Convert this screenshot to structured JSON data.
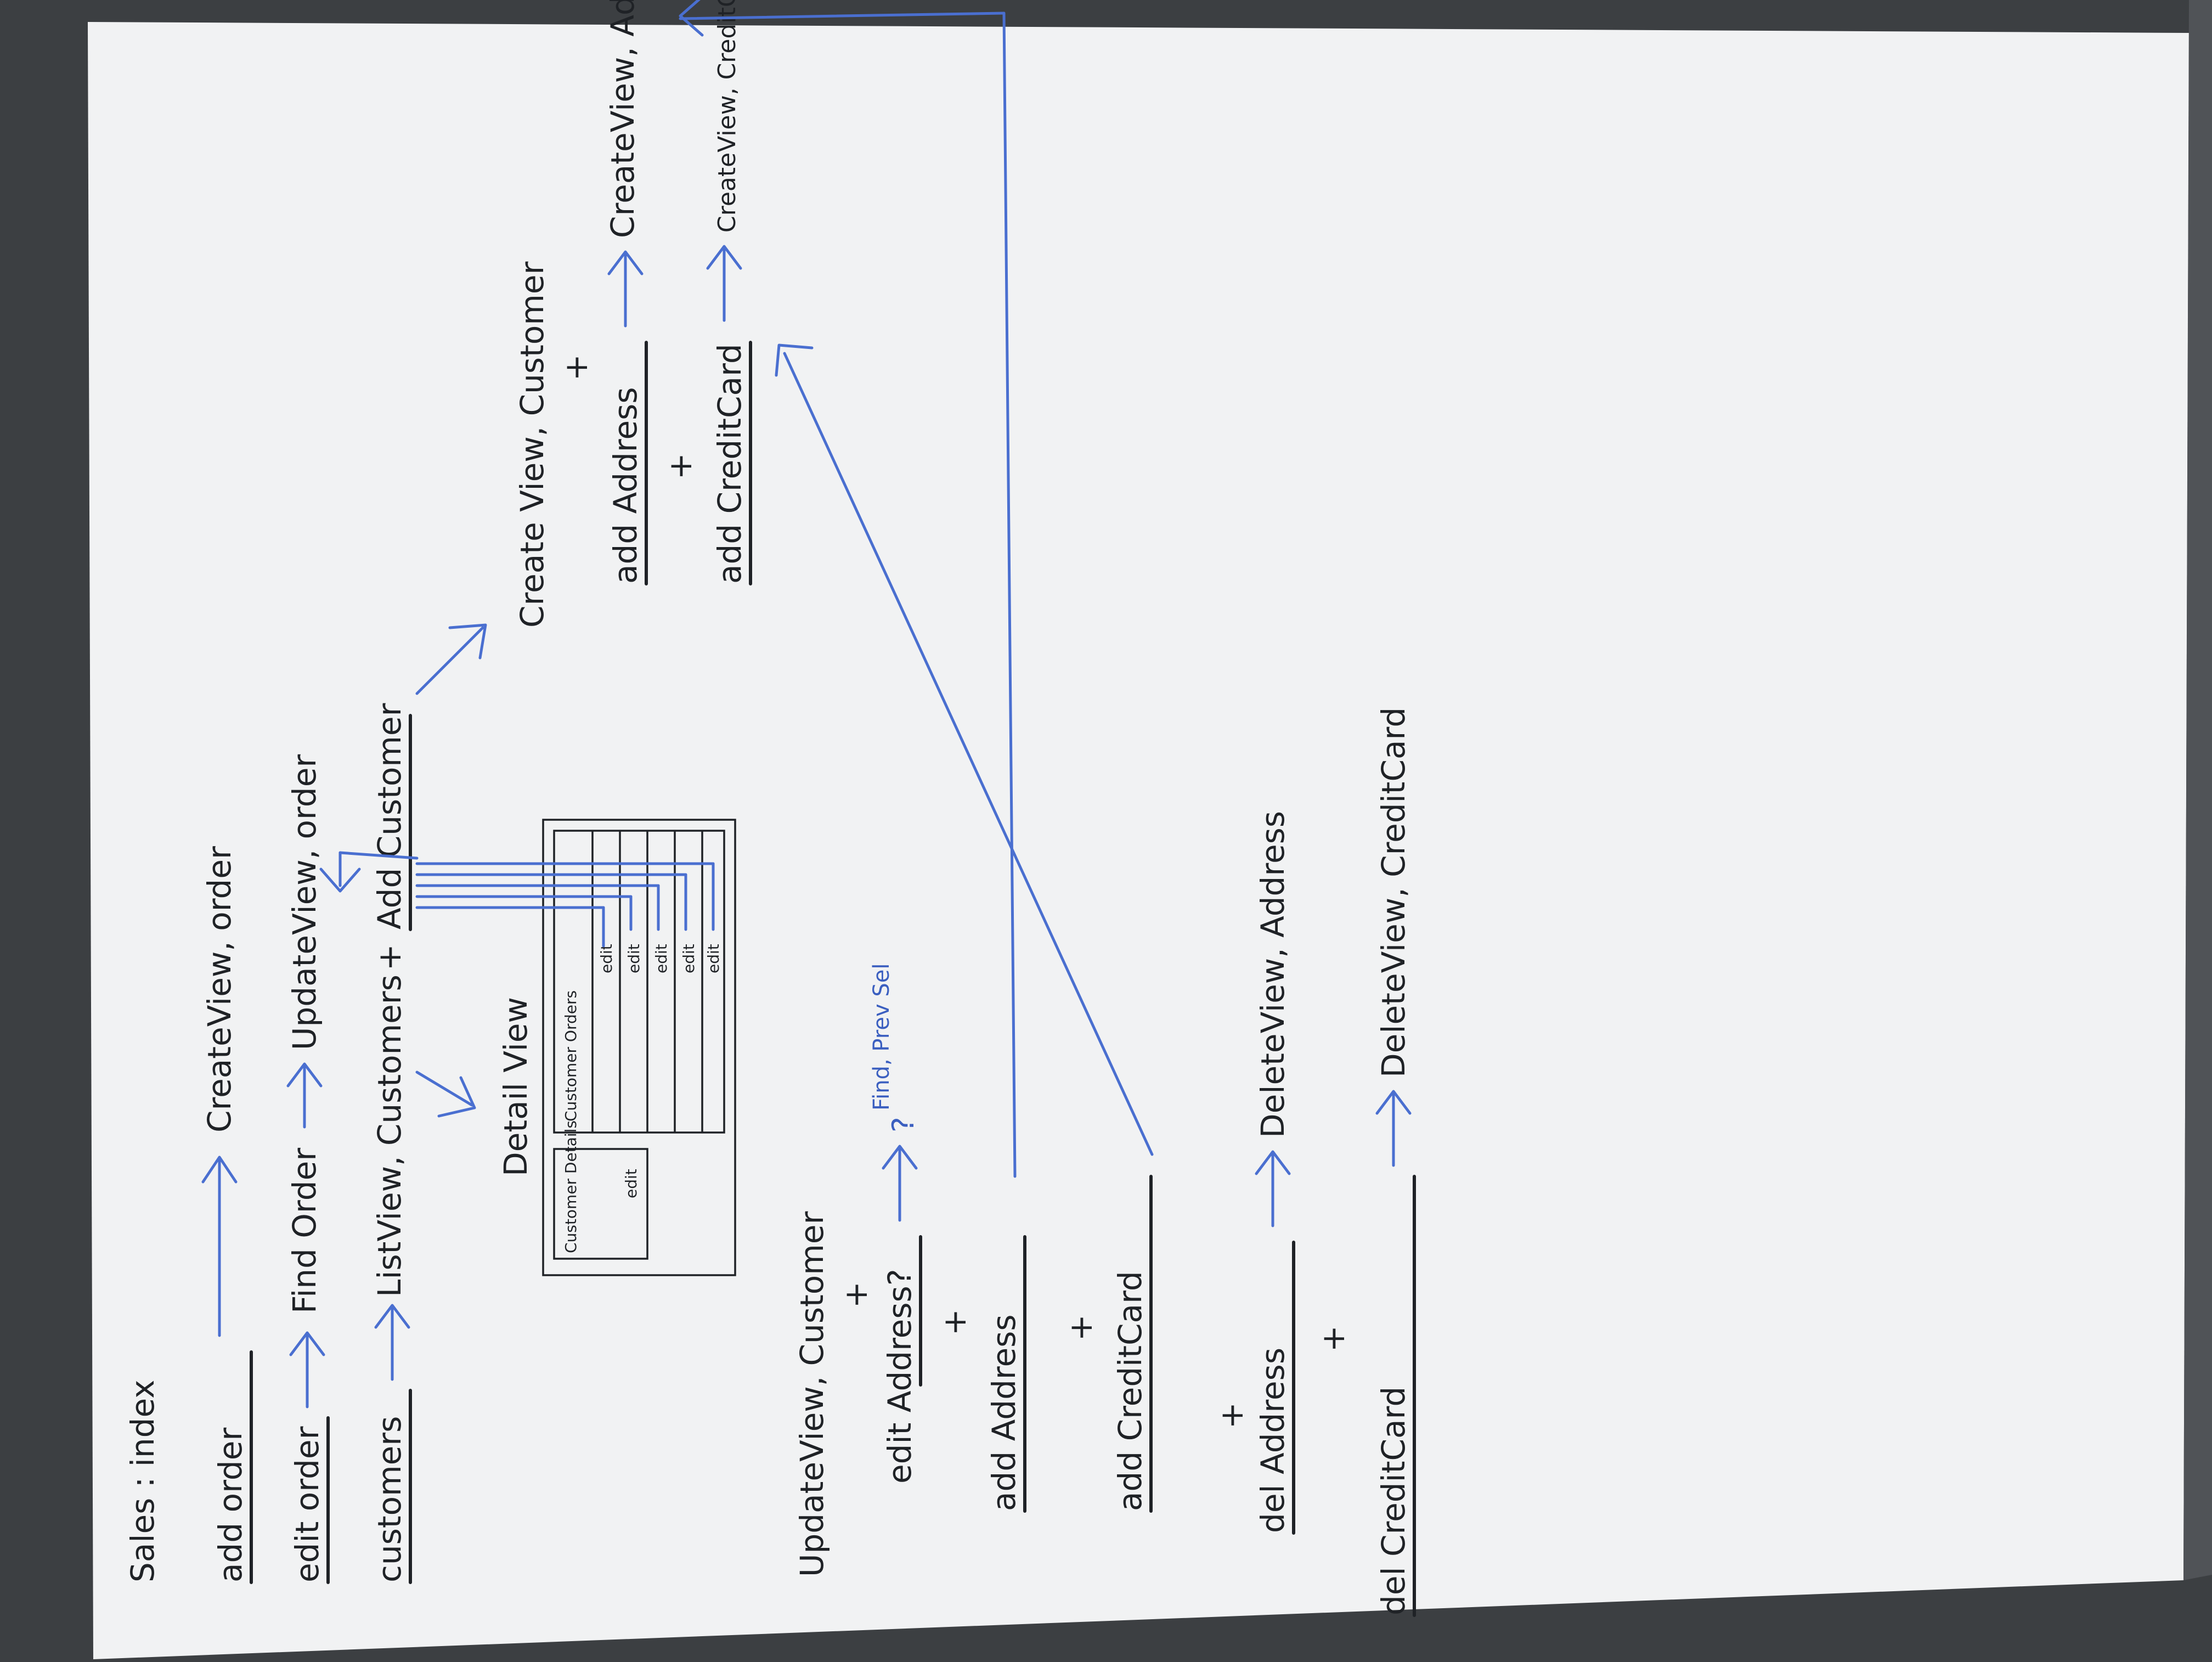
{
  "board": {
    "colors": {
      "frame": "#3c3f42",
      "surface": "#f1f2f3",
      "ink": "#1f2226",
      "marker_blue": "#4a6fd0"
    }
  },
  "labels": {
    "title": "Sales : index",
    "add_order": "add order",
    "edit_order": "edit order",
    "customers": "customers",
    "create_view_order": "CreateView, order",
    "find_order": "Find Order",
    "update_view_order": "UpdateView, order",
    "list_view_customers": "ListView, Customers",
    "plus": "+",
    "add_customer": "Add Customer",
    "detail_view": "Detail View",
    "customer_details": "Customer Details",
    "customer_orders": "Customer Orders",
    "edit": "edit",
    "create_view_customer": "Create View, Customer",
    "add_address": "add Address",
    "add_credit_card": "add CreditCard",
    "create_view_address": "CreateView, Address",
    "create_view_credit_card": "CreateView, CreditCard",
    "update_view_customer": "UpdateView, Customer",
    "edit_address": "edit Address?",
    "find_prev_sel_q": "?",
    "find_prev_sel": "Find, Prev Sel",
    "del_address": "del Address",
    "del_credit_card": "del CreditCard",
    "delete_view_address": "DeleteView, Address",
    "delete_view_credit_card": "DeleteView, CreditCard"
  }
}
